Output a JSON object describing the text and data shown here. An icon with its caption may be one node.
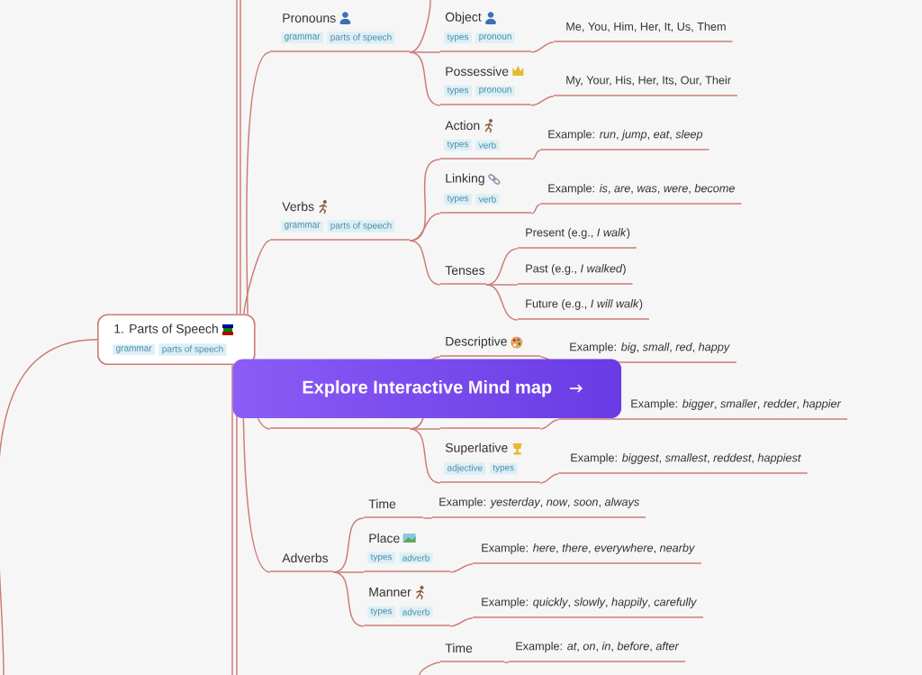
{
  "diagram": {
    "nodes": [
      {
        "text": [
          "1. Parts of Speech",
          "grammar",
          "parts of speech"
        ]
      },
      {
        "text": [
          "Pronouns",
          "grammar",
          "parts of speech"
        ]
      },
      {
        "text": [
          "Object",
          "types",
          "pronoun"
        ]
      },
      {
        "text": [
          "Me, You, Him, Her, It, Us, Them"
        ]
      },
      {
        "text": [
          "Possessive",
          "types",
          "pronoun"
        ]
      },
      {
        "text": [
          "My, Your, His, Her, Its, Our, Their"
        ]
      },
      {
        "text": [
          "Verbs",
          "grammar",
          "parts of speech"
        ]
      },
      {
        "text": [
          "Action",
          "types",
          "verb"
        ]
      },
      {
        "text": [
          "Example: *run*, *jump*, *eat*, *sleep*"
        ]
      },
      {
        "text": [
          "Linking",
          "types",
          "verb"
        ]
      },
      {
        "text": [
          "Example: *is*, *are*, *was*, *were*, *become*"
        ]
      },
      {
        "text": [
          "Tenses"
        ]
      },
      {
        "text": [
          "Present (e.g., *I walk*)"
        ]
      },
      {
        "text": [
          "Past (e.g., *I walked*)"
        ]
      },
      {
        "text": [
          "Future (e.g., *I will walk*)"
        ]
      },
      {
        "text": [],
        "shape": "bar"
      },
      {
        "text": [
          "Descriptive"
        ]
      },
      {
        "text": [
          "Example: *big*, *small*, *red*, *happy*"
        ]
      },
      {
        "text": [],
        "shape": "bar"
      },
      {
        "text": [
          "Example: *bigger*, *smaller*, *redder*, *happier*"
        ]
      },
      {
        "text": [
          "Superlative",
          "adjective",
          "types"
        ]
      },
      {
        "text": [
          "Example: *biggest*, *smallest*, *reddest*, *happiest*"
        ]
      },
      {
        "text": [
          "Adverbs"
        ]
      },
      {
        "text": [
          "Time"
        ]
      },
      {
        "text": [
          "Example: *yesterday*, *now*, *soon*, *always*"
        ]
      },
      {
        "text": [
          "Place",
          "types",
          "adverb"
        ]
      },
      {
        "text": [
          "Example: *here*, *there*, *everywhere*, *nearby*"
        ]
      },
      {
        "text": [
          "Manner",
          "types",
          "adverb"
        ]
      },
      {
        "text": [
          "Example: *quickly*, *slowly*, *happily*, *carefully*"
        ]
      },
      {
        "text": [
          "Time"
        ]
      },
      {
        "text": [
          "Example: *at*, *on*, *in*, *before*, *after*"
        ]
      }
    ],
    "edges": [
      {
        "from": null,
        "to": 0,
        "arrow": "none"
      },
      {
        "from": 0,
        "to": null,
        "arrow": "none"
      },
      {
        "from": 0,
        "to": null,
        "arrow": "none"
      },
      {
        "from": 0,
        "to": 1,
        "arrow": "none"
      },
      {
        "from": 0,
        "to": 6,
        "arrow": "none"
      },
      {
        "from": 0,
        "to": 15,
        "arrow": "none"
      },
      {
        "from": 0,
        "to": 22,
        "arrow": "none"
      },
      {
        "from": 0,
        "to": null,
        "arrow": "none"
      },
      {
        "from": 0,
        "to": null,
        "arrow": "none"
      },
      {
        "from": 1,
        "to": null,
        "arrow": "none"
      },
      {
        "from": 1,
        "to": 2,
        "arrow": "none"
      },
      {
        "from": 1,
        "to": 4,
        "arrow": "none"
      },
      {
        "from": 2,
        "to": 3,
        "arrow": "none"
      },
      {
        "from": 4,
        "to": 5,
        "arrow": "none"
      },
      {
        "from": 6,
        "to": 7,
        "arrow": "none"
      },
      {
        "from": 6,
        "to": 9,
        "arrow": "none"
      },
      {
        "from": 6,
        "to": 11,
        "arrow": "none"
      },
      {
        "from": 7,
        "to": 8,
        "arrow": "none"
      },
      {
        "from": 9,
        "to": 10,
        "arrow": "none"
      },
      {
        "from": 11,
        "to": 12,
        "arrow": "none"
      },
      {
        "from": 11,
        "to": 13,
        "arrow": "none"
      },
      {
        "from": 11,
        "to": 14,
        "arrow": "none"
      },
      {
        "from": 15,
        "to": 16,
        "arrow": "none"
      },
      {
        "from": 15,
        "to": 18,
        "arrow": "none"
      },
      {
        "from": 15,
        "to": 20,
        "arrow": "none"
      },
      {
        "from": 16,
        "to": 17,
        "arrow": "none"
      },
      {
        "from": 18,
        "to": 19,
        "arrow": "none"
      },
      {
        "from": 20,
        "to": 21,
        "arrow": "none"
      },
      {
        "from": 22,
        "to": 23,
        "arrow": "none"
      },
      {
        "from": 22,
        "to": 25,
        "arrow": "none"
      },
      {
        "from": 22,
        "to": 27,
        "arrow": "none"
      },
      {
        "from": 23,
        "to": 24,
        "arrow": "none"
      },
      {
        "from": 25,
        "to": 26,
        "arrow": "none"
      },
      {
        "from": 27,
        "to": 28,
        "arrow": "none"
      },
      {
        "from": null,
        "to": 29,
        "arrow": "none"
      },
      {
        "from": 29,
        "to": 30,
        "arrow": "none"
      }
    ],
    "labels": [
      "Explore Interactive Mind map"
    ]
  }
}
